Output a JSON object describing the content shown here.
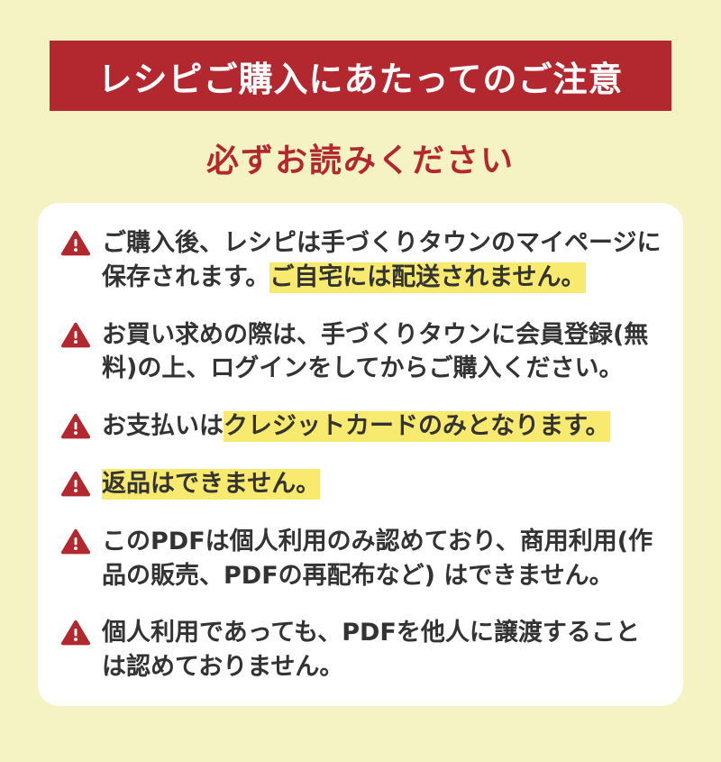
{
  "page": {
    "colors": {
      "background": "#f5f2c3",
      "accent": "#b3282f",
      "highlight": "#f8ea6e",
      "card": "#ffffff",
      "text": "#333333"
    }
  },
  "header": {
    "title": "レシピご購入にあたってのご注意"
  },
  "subtitle": "必ずお読みください",
  "icons": {
    "warning": "warning-triangle-exclamation"
  },
  "notices": [
    {
      "segments": [
        {
          "text": "ご購入後、レシピは手づくりタウンのマイページに保存されます。",
          "highlight": false
        },
        {
          "text": "ご自宅には配送されません。",
          "highlight": true
        }
      ]
    },
    {
      "segments": [
        {
          "text": "お買い求めの際は、手づくりタウンに会員登録(無料)の上、ログインをしてからご購入ください。",
          "highlight": false
        }
      ]
    },
    {
      "segments": [
        {
          "text": "お支払いは",
          "highlight": false
        },
        {
          "text": "クレジットカードのみとなります。",
          "highlight": true
        }
      ]
    },
    {
      "segments": [
        {
          "text": "返品はできません。",
          "highlight": true
        }
      ]
    },
    {
      "segments": [
        {
          "text": "このPDFは個人利用のみ認めており、商用利用(作品の販売、PDFの再配布など) はできません。",
          "highlight": false
        }
      ]
    },
    {
      "segments": [
        {
          "text": "個人利用であっても、PDFを他人に譲渡することは認めておりません。",
          "highlight": false
        }
      ]
    }
  ]
}
